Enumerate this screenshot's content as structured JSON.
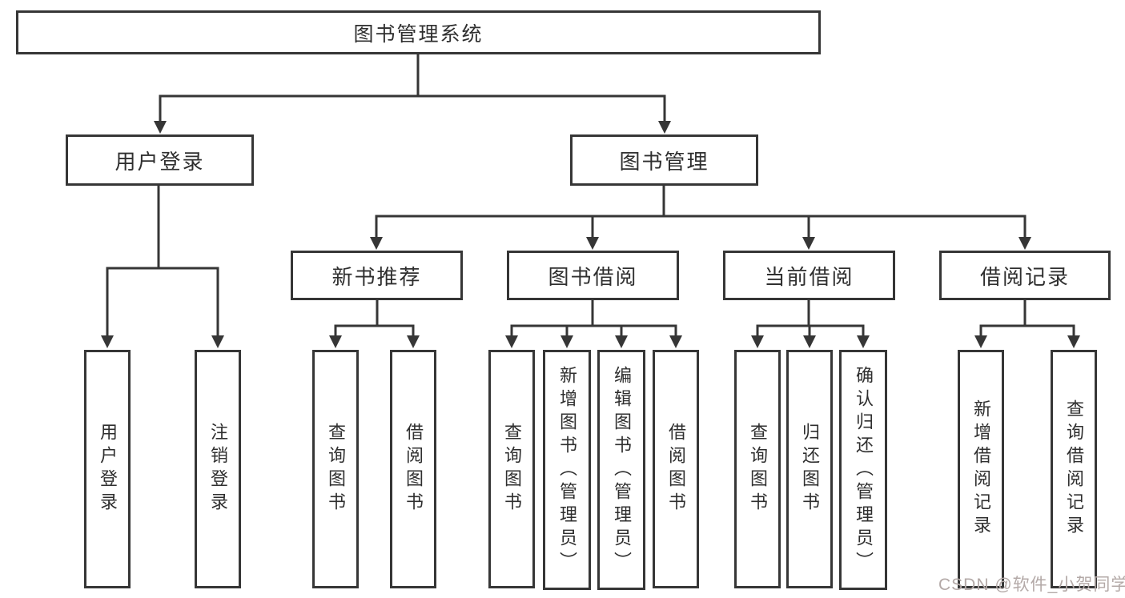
{
  "nodes": {
    "root": {
      "label": "图书管理系统"
    },
    "user_login": {
      "label": "用户登录"
    },
    "book_mgmt": {
      "label": "图书管理"
    },
    "new_book": {
      "label": "新书推荐"
    },
    "book_borrow": {
      "label": "图书借阅"
    },
    "current_borrow": {
      "label": "当前借阅"
    },
    "borrow_record": {
      "label": "借阅记录"
    },
    "leaves": {
      "user_login": [
        {
          "label": "用户登录"
        },
        {
          "label": "注销登录"
        }
      ],
      "new_book": [
        {
          "label": "查询图书"
        },
        {
          "label": "借阅图书"
        }
      ],
      "book_borrow": [
        {
          "label": "查询图书"
        },
        {
          "label": "新增图书（管理员）"
        },
        {
          "label": "编辑图书（管理员）"
        },
        {
          "label": "借阅图书"
        }
      ],
      "current_borrow": [
        {
          "label": "查询图书"
        },
        {
          "label": "归还图书"
        },
        {
          "label": "确认归还（管理员）"
        }
      ],
      "borrow_record": [
        {
          "label": "新增借阅记录"
        },
        {
          "label": "查询借阅记录"
        }
      ]
    }
  },
  "watermark": {
    "text": "CSDN @软件_小贺同学",
    "color": "#b3a9a7"
  },
  "colors": {
    "line": "#363636",
    "text": "#2f2f2f",
    "background": "#ffffff"
  }
}
